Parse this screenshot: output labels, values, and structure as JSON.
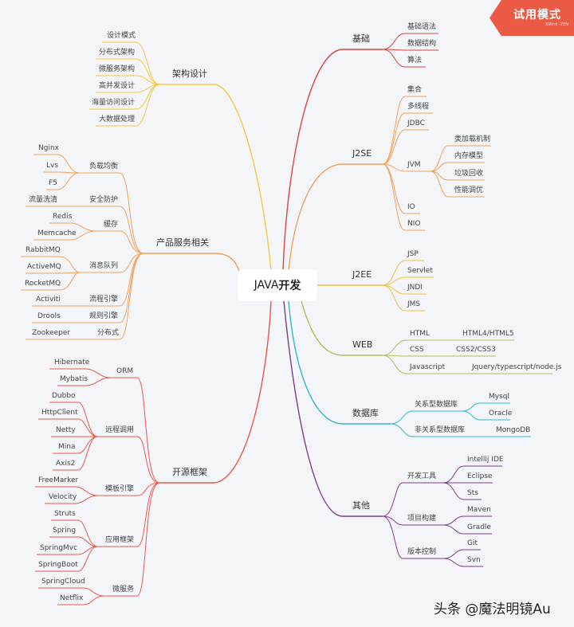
{
  "center": {
    "label_latin": "JAVA",
    "label_cjk": "开发"
  },
  "badge": {
    "title": "试用模式",
    "subtitle": "XMind ·ZEN"
  },
  "watermark": "头条 @魔法明镜Au",
  "colors": {
    "arch": "#f5c842",
    "product": "#f0a15a",
    "opensource": "#e8584a",
    "basics": "#d9443f",
    "j2se": "#f0a15a",
    "j2ee": "#e9c63a",
    "web": "#a7c25a",
    "database": "#33b6cc",
    "other": "#7b3d8f"
  },
  "left": {
    "architecture": {
      "label": "架构设计",
      "children": [
        "设计模式",
        "分布式架构",
        "微服务架构",
        "高并发设计",
        "海量访问设计",
        "大数据处理"
      ]
    },
    "product_services": {
      "label": "产品服务相关",
      "groups": [
        {
          "label": "负载均衡",
          "children": [
            "Nginx",
            "Lvs",
            "F5"
          ]
        },
        {
          "label": "安全防护",
          "children": [
            "流量洗清"
          ]
        },
        {
          "label": "缓存",
          "children": [
            "Redis",
            "Memcache"
          ]
        },
        {
          "label": "消息队列",
          "children": [
            "RabbitMQ",
            "ActiveMQ",
            "RocketMQ"
          ]
        },
        {
          "label": "流程引擎",
          "children": [
            "Activiti"
          ]
        },
        {
          "label": "规则引擎",
          "children": [
            "Drools"
          ]
        },
        {
          "label": "分布式",
          "children": [
            "Zookeeper"
          ]
        }
      ]
    },
    "open_source": {
      "label": "开源框架",
      "groups": [
        {
          "label": "ORM",
          "children": [
            "Hibernate",
            "Mybatis"
          ]
        },
        {
          "label": "远程调用",
          "children": [
            "Dubbo",
            "HttpClient",
            "Netty",
            "Mina",
            "Axis2"
          ]
        },
        {
          "label": "模板引擎",
          "children": [
            "FreeMarker",
            "Velocity"
          ]
        },
        {
          "label": "应用框架",
          "children": [
            "Struts",
            "Spring",
            "SpringMvc",
            "SpringBoot"
          ]
        },
        {
          "label": "微服务",
          "children": [
            "SpringCloud",
            "Netflix"
          ]
        }
      ]
    }
  },
  "right": {
    "basics": {
      "label": "基础",
      "children": [
        "基础语法",
        "数据结构",
        "算法"
      ]
    },
    "j2se": {
      "label": "J2SE",
      "children": [
        "集合",
        "多线程",
        "JDBC",
        "JVM",
        "IO",
        "NIO"
      ],
      "jvm_children": [
        "类加载机制",
        "内存模型",
        "垃圾回收",
        "性能调优"
      ]
    },
    "j2ee": {
      "label": "J2EE",
      "children": [
        "JSP",
        "Servlet",
        "JNDI",
        "JMS"
      ]
    },
    "web": {
      "label": "WEB",
      "groups": [
        {
          "label": "HTML",
          "children": [
            "HTML4/HTML5"
          ]
        },
        {
          "label": "CSS",
          "children": [
            "CSS2/CSS3"
          ]
        },
        {
          "label": "Javascript",
          "children": [
            "Jquery/typescript/node.js"
          ]
        }
      ]
    },
    "database": {
      "label": "数据库",
      "groups": [
        {
          "label": "关系型数据库",
          "children": [
            "Mysql",
            "Oracle"
          ]
        },
        {
          "label": "非关系型数据库",
          "children": [
            "MongoDB"
          ]
        }
      ]
    },
    "other": {
      "label": "其他",
      "groups": [
        {
          "label": "开发工具",
          "children": [
            "Intellij IDE",
            "Eclipse",
            "Sts"
          ]
        },
        {
          "label": "项目构建",
          "children": [
            "Maven",
            "Gradle"
          ]
        },
        {
          "label": "版本控制",
          "children": [
            "Git",
            "Svn"
          ]
        }
      ]
    }
  }
}
